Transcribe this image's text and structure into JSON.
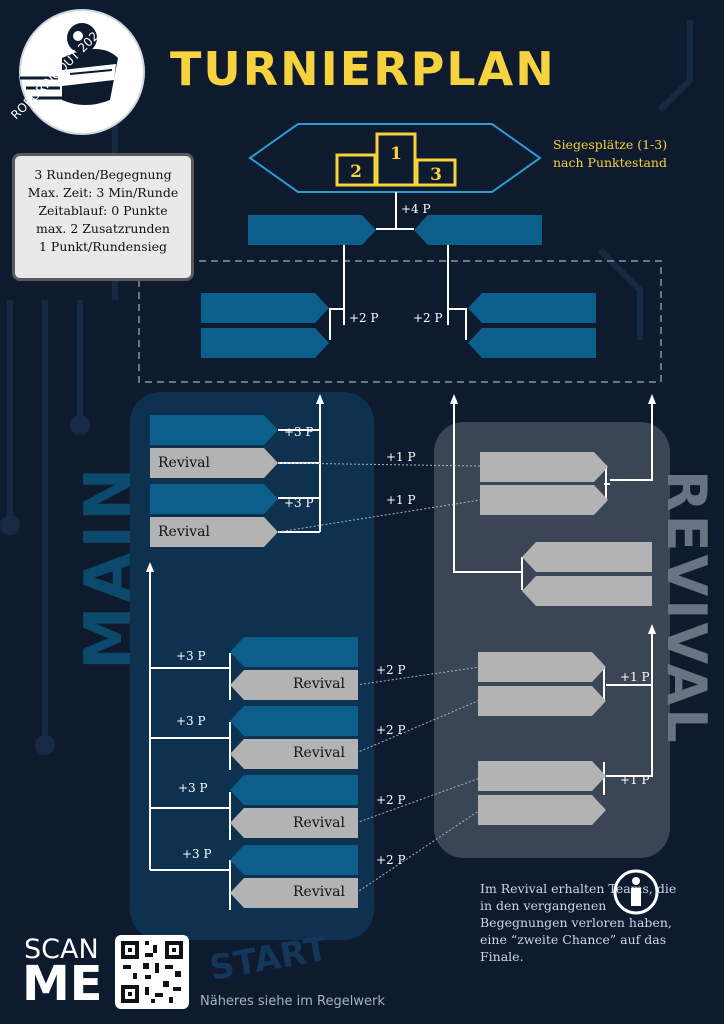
{
  "title": "TURNIERPLAN",
  "logo": {
    "text": "ROBORINGOUT 2024",
    "icon": "robot-logo-icon"
  },
  "rules": [
    "3 Runden/Begegnung",
    "Max. Zeit: 3 Min/Runde",
    "Zeitablauf: 0 Punkte",
    "max. 2 Zusatzrunden",
    "1 Punkt/Rundensieg"
  ],
  "podium": {
    "places": [
      "2",
      "1",
      "3"
    ],
    "note": "Siegesplätze (1-3) nach Punktestand"
  },
  "points": {
    "final": "+4 P",
    "semi": "+2 P",
    "main": "+3 P",
    "revival_cross": "+1 P",
    "revival_win": "+1 P",
    "lower_cross": "+2 P"
  },
  "revival_label": "Revival",
  "sections": {
    "main": "MAIN",
    "revival": "REVIVAL",
    "start": "START"
  },
  "info": {
    "text": "Im Revival erhalten Teams, die in den vergangenen Begegnungen verloren haben, eine “zweite Chance” auf das Finale.",
    "icon": "info-icon"
  },
  "scan": {
    "line1": "SCAN",
    "line2": "ME",
    "icon": "qr-code-icon"
  },
  "footer": "Näheres siehe im Regelwerk",
  "colors": {
    "background": "#0e1a2e",
    "accent": "#f6d33e",
    "main_slot": "#0b5f8a",
    "revival_slot": "#b3b3b3",
    "main_panel": "#0f3150",
    "revival_panel": "#3a4556"
  }
}
